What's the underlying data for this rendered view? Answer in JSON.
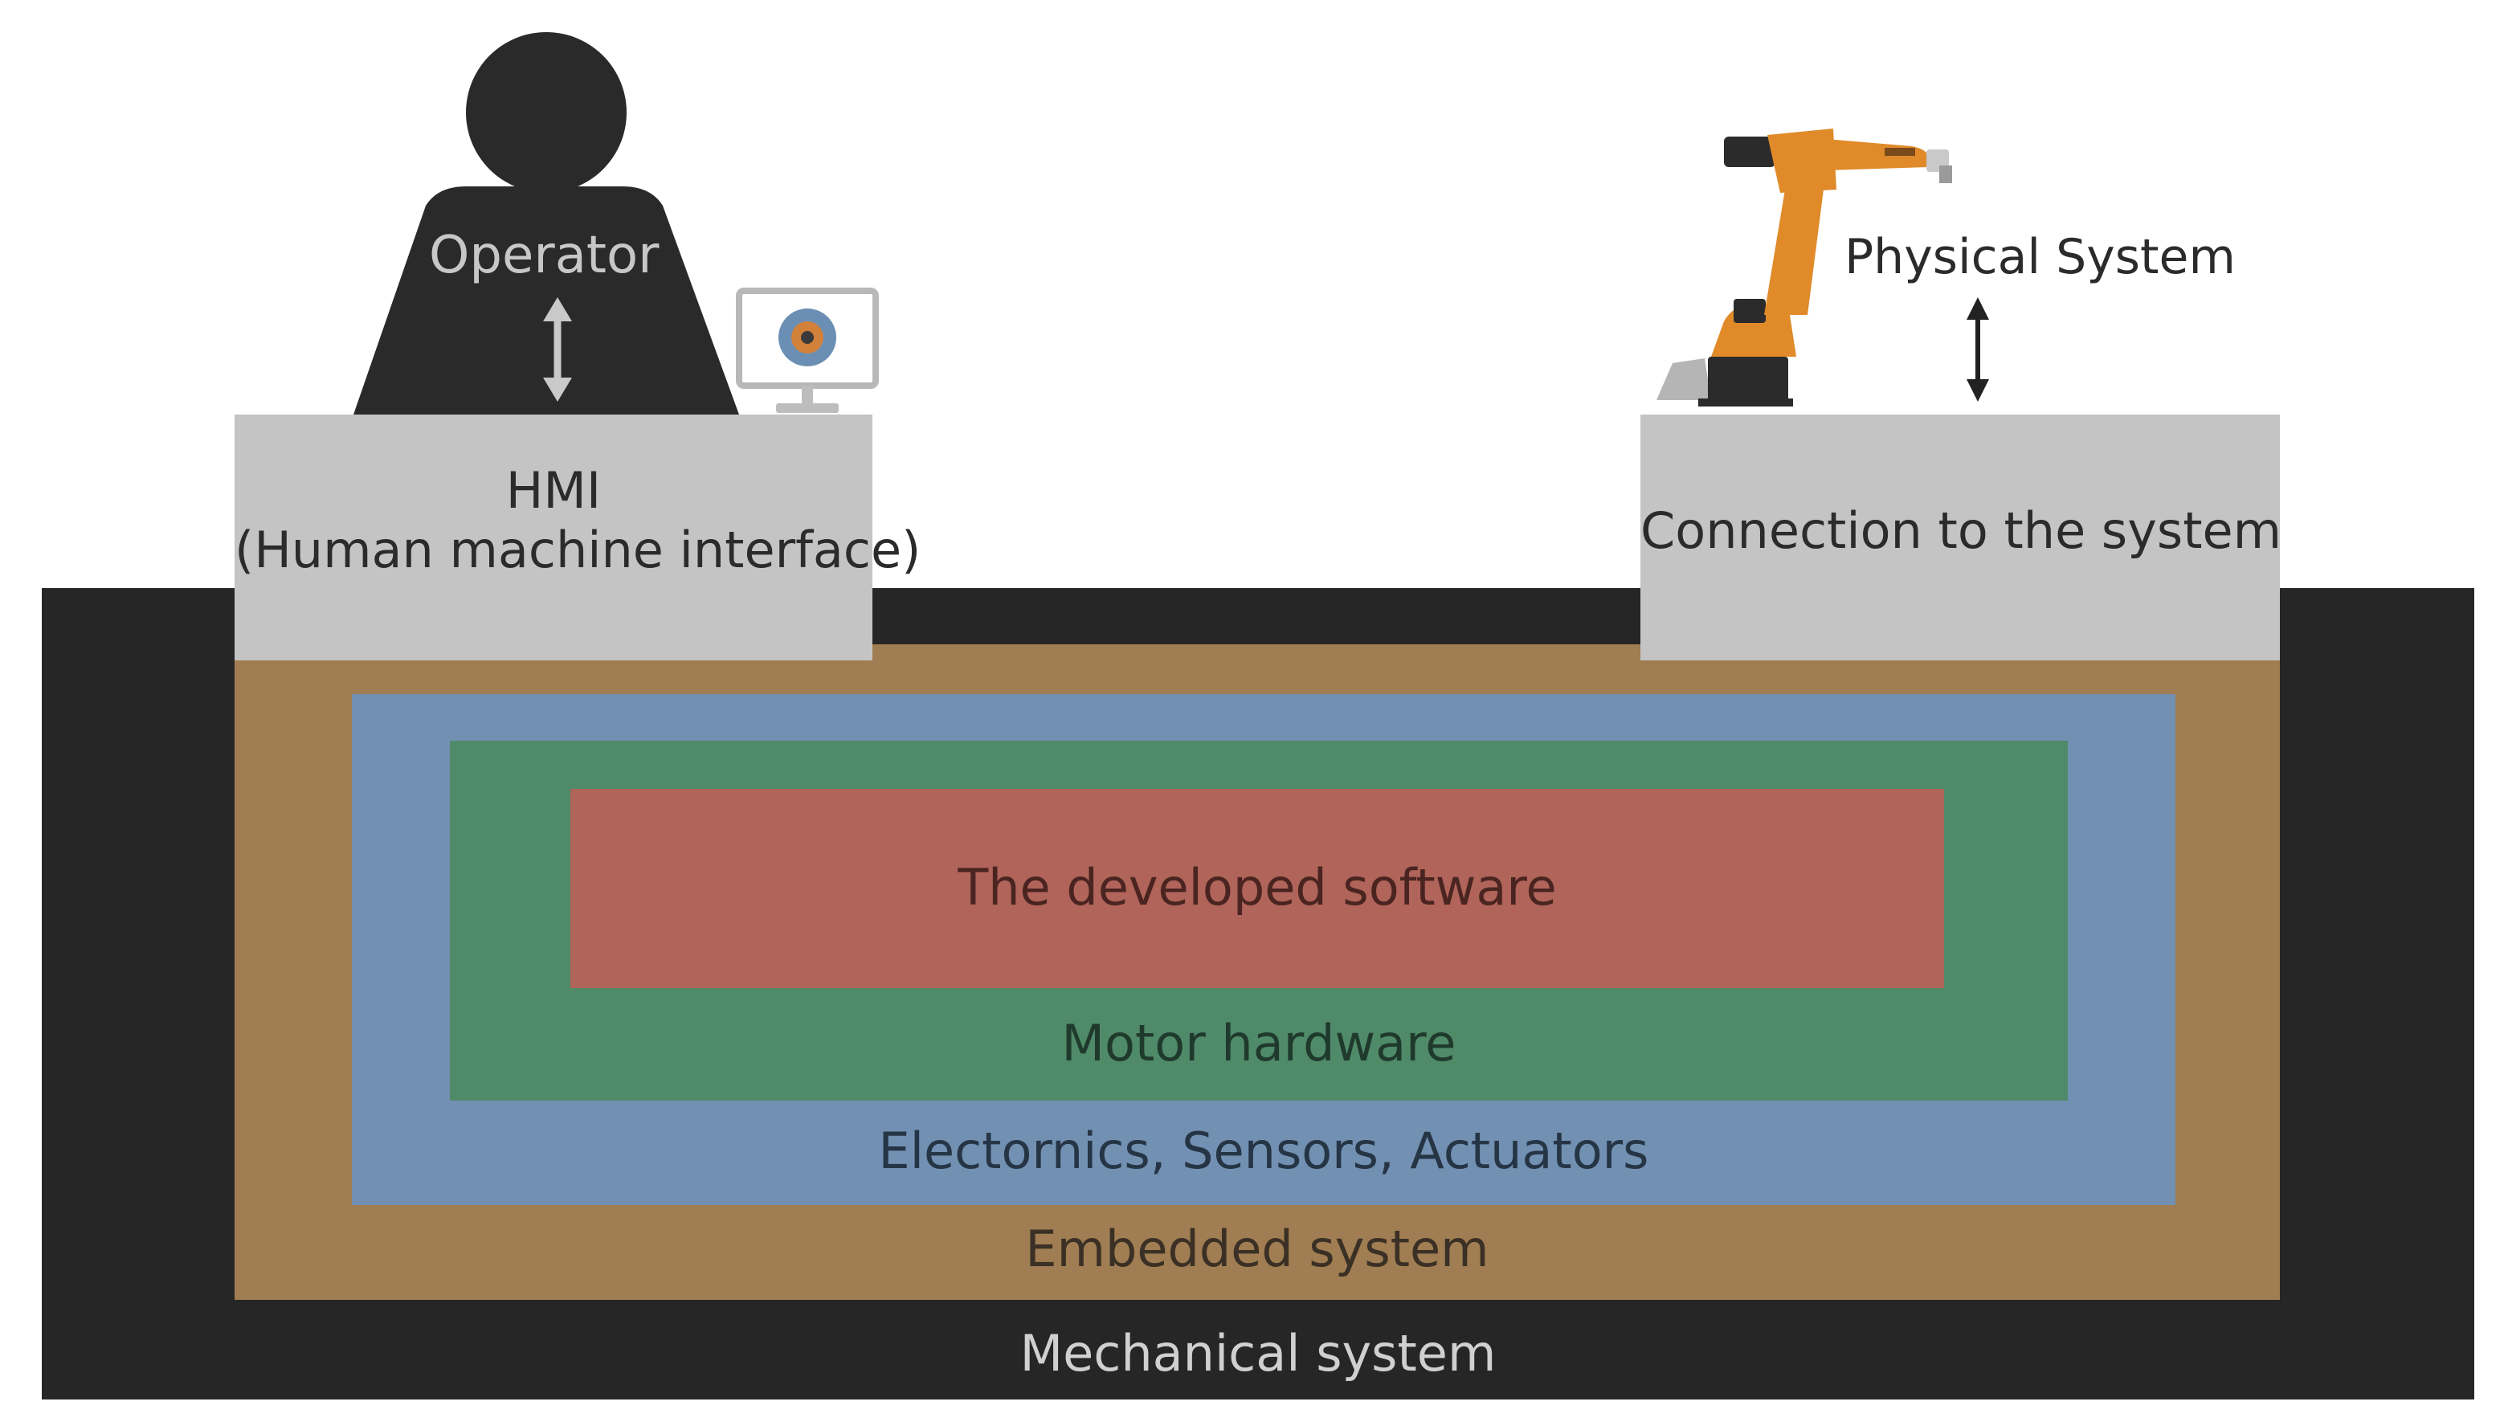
{
  "layers": {
    "mechanical": {
      "label": "Mechanical system",
      "color": "#262626",
      "text_color": "#d0d0d0"
    },
    "embedded": {
      "label": "Embedded system",
      "color": "#a07d52",
      "text_color": "#3a3025"
    },
    "electronics": {
      "label": "Electornics, Sensors, Actuators",
      "color": "#7290b2",
      "text_color": "#263545"
    },
    "motor": {
      "label": "Motor hardware",
      "color": "#4f8a69",
      "text_color": "#1f3a2c"
    },
    "software": {
      "label": "The developed software",
      "color": "#b0645a",
      "text_color": "#4a2420"
    }
  },
  "boxes": {
    "hmi": {
      "line1": "HMI",
      "line2": "(Human machine interface)"
    },
    "connection": {
      "label": "Connection to the system"
    }
  },
  "figures": {
    "operator": {
      "label": "Operator"
    },
    "physical": {
      "label": "Physical System"
    }
  },
  "colors": {
    "box_gray": "#c4c4c4",
    "silhouette": "#2a2a2a",
    "robot_orange": "#e08a2a",
    "arrow_light": "#c9c9c9",
    "arrow_dark": "#222222"
  },
  "icons": {
    "operator": "person-silhouette-icon",
    "monitor": "monitor-icon",
    "robot": "robot-arm-icon"
  }
}
